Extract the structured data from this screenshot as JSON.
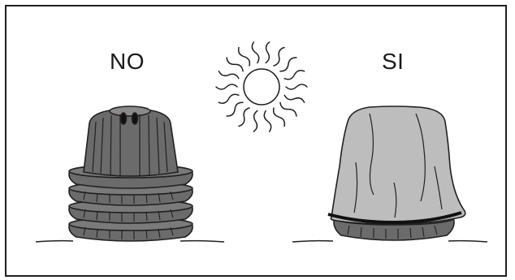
{
  "labels": {
    "wrong": "NO",
    "right": "SI"
  },
  "colors": {
    "outline": "#231f20",
    "frame_border": "#231f20",
    "uncovered_body": "#6b6b6b",
    "uncovered_dark": "#4a4a4a",
    "cover_fill": "#bdbdbd",
    "background": "#ffffff"
  },
  "icons": {
    "sun": "sun-icon",
    "uncovered_stack": "uncovered-stacked-containers",
    "covered_stack": "covered-stacked-containers"
  }
}
